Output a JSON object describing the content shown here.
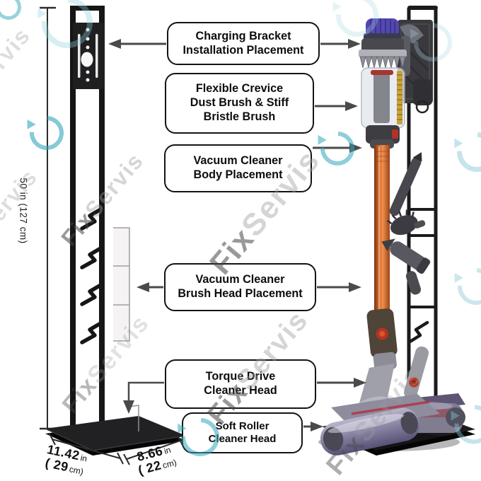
{
  "watermark": {
    "fix": "Fix",
    "servis": "Servis",
    "logo": "circular-arrow-icon",
    "color": "#35a7bc"
  },
  "callouts": [
    {
      "id": "charging-bracket",
      "lines": [
        "Charging Bracket",
        "Installation Placement"
      ]
    },
    {
      "id": "crevice-dust-brush",
      "lines": [
        "Flexible Crevice",
        "Dust Brush & Stiff",
        "Bristle Brush"
      ]
    },
    {
      "id": "body-placement",
      "lines": [
        "Vacuum Cleaner",
        "Body Placement"
      ]
    },
    {
      "id": "brush-head-placement",
      "lines": [
        "Vacuum Cleaner",
        "Brush Head Placement"
      ]
    },
    {
      "id": "torque-drive",
      "lines": [
        "Torque Drive",
        "Cleaner Head"
      ]
    },
    {
      "id": "soft-roller",
      "lines": [
        "Soft Roller",
        "Cleaner Head"
      ]
    }
  ],
  "dimensions": {
    "height": "50 in (127 cm)",
    "front": {
      "num": "11.42",
      "unit": "in",
      "num2": "( 29",
      "unit2": "cm)"
    },
    "side": {
      "num": "8.66",
      "unit": "in",
      "num2": "( 22",
      "unit2": "cm)"
    }
  },
  "colors": {
    "accent_teal": "#35a7bc",
    "wand_orange": "#d2622b",
    "cap_purple": "#5348ae",
    "frame_black": "#1a1a1a",
    "arrow_gray": "#4a4a4a"
  }
}
